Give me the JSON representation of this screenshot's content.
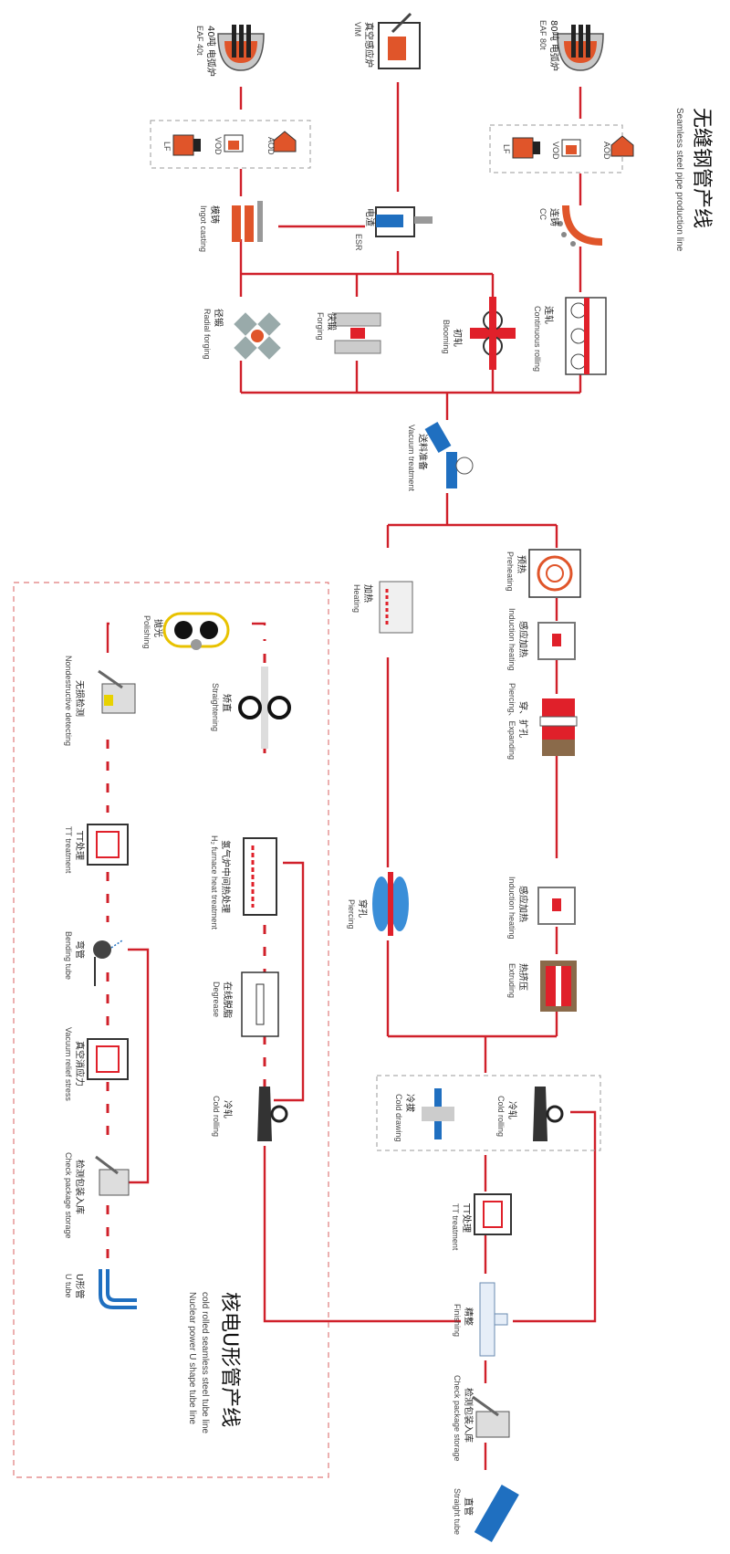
{
  "titles": {
    "main_cn": "无缝钢管产线",
    "main_en": "Seamless steel pipe production line",
    "nuclear_cn": "核电U形管产线",
    "nuclear_en1": "cold rolled seamless steel tube line",
    "nuclear_en2": "Nuclear power U shape tube line"
  },
  "steps": {
    "eaf40": {
      "cn": "40吨 电弧炉",
      "en": "EAF 40t"
    },
    "vim": {
      "cn": "真空感应炉",
      "en": "VIM"
    },
    "eaf80": {
      "cn": "80吨 电弧炉",
      "en": "EAF 80t"
    },
    "lf1": {
      "en": "LF"
    },
    "vod1": {
      "en": "VOD"
    },
    "aod1": {
      "en": "AOD"
    },
    "lf2": {
      "en": "LF"
    },
    "vod2": {
      "en": "VOD"
    },
    "aod2": {
      "en": "AOD"
    },
    "ingot": {
      "cn": "模铸",
      "en": "Ingot casting"
    },
    "esr": {
      "cn": "电渣",
      "en": "ESR"
    },
    "cc": {
      "cn": "连铸",
      "en": "CC"
    },
    "radial": {
      "cn": "径锻",
      "en": "Radial forging"
    },
    "forging": {
      "cn": "快锻",
      "en": "Forging"
    },
    "bloom": {
      "cn": "初轧",
      "en": "Blooming"
    },
    "contr": {
      "cn": "连轧",
      "en": "Continuous rolling"
    },
    "vacuum": {
      "cn": "送料准备",
      "en": "Vacuum treatment"
    },
    "heating": {
      "cn": "加热",
      "en": "Heating"
    },
    "preheat": {
      "cn": "预热",
      "en": "Preheating"
    },
    "ind1": {
      "cn": "感应加热",
      "en": "Induction heating"
    },
    "pierce1": {
      "cn": "穿、扩孔",
      "en": "Piercing、Expanding"
    },
    "piercing": {
      "cn": "穿孔",
      "en": "Piercing"
    },
    "ind2": {
      "cn": "感应加热",
      "en": "Induction heating"
    },
    "extrude": {
      "cn": "热挤压",
      "en": "Extruding"
    },
    "colddraw": {
      "cn": "冷拔",
      "en": "Cold drawing"
    },
    "coldroll": {
      "cn": "冷轧",
      "en": "Cold rolling"
    },
    "tt1": {
      "cn": "TT处理",
      "en": "TT treatment"
    },
    "finish": {
      "cn": "精整",
      "en": "Finishing"
    },
    "check1": {
      "cn": "检测包装入库",
      "en": "Check package storage"
    },
    "straight": {
      "cn": "直管",
      "en": "Straight tube"
    },
    "polish": {
      "cn": "抛光",
      "en": "Polishing"
    },
    "straighten": {
      "cn": "矫直",
      "en": "Straightening"
    },
    "ndt": {
      "cn": "无损检测",
      "en": "Nondestructive detecting"
    },
    "h2": {
      "cn": "氢气炉中间热处理",
      "en": "H₂ furnace heat treatment"
    },
    "tt2": {
      "cn": "TT处理",
      "en": "TT treatment"
    },
    "degrease": {
      "cn": "在线脱脂",
      "en": "Degrease"
    },
    "bend": {
      "cn": "弯管",
      "en": "Bending tube"
    },
    "coldroll2": {
      "cn": "冷轧",
      "en": "Cold rolling"
    },
    "vacrel": {
      "cn": "真空消应力",
      "en": "Vacuum relief stress"
    },
    "check2": {
      "cn": "检测包装入库",
      "en": "Check package storage"
    },
    "utube": {
      "cn": "U形管",
      "en": "U tube"
    }
  },
  "colors": {
    "flow": "#d0202a",
    "accent_orange": "#e0552a",
    "accent_blue": "#1f6fc0",
    "dark": "#222222"
  }
}
